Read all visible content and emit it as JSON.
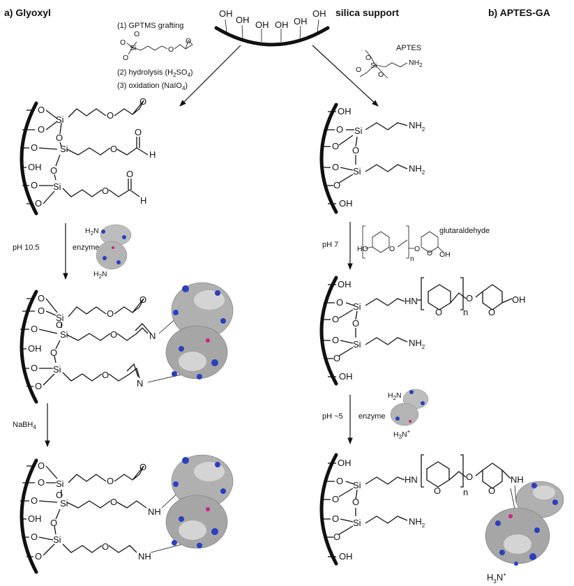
{
  "panels": {
    "a": "a) Glyoxyl",
    "b": "b) APTES-GA",
    "support": "silica support"
  },
  "support_groups": [
    "OH",
    "OH",
    "OH",
    "OH",
    "OH",
    "OH"
  ],
  "glyoxyl": {
    "step1": "(1) GPTMS grafting",
    "step2": "(2) hydrolysis (H",
    "step2_sub": "2",
    "step2_mid": "SO",
    "step2_sub2": "4",
    "step2_end": ")",
    "step3": "(3) oxidation (NaIO",
    "step3_sub": "4",
    "step3_end": ")",
    "cond_ph": "pH 10.5",
    "cond_enzyme": "enzyme",
    "cond_reduce": "NaBH",
    "cond_reduce_sub": "4"
  },
  "aptes": {
    "reagent": "APTES",
    "glut": "glutaraldehyde",
    "cond_ph7": "pH 7",
    "cond_ph5": "pH ~5",
    "cond_enzyme": "enzyme"
  },
  "atoms": {
    "O": "O",
    "Si": "Si",
    "OH": "OH",
    "H": "H",
    "N": "N",
    "NH": "NH",
    "HN": "HN",
    "HO": "HO",
    "NH2": "NH",
    "H2N": "H",
    "H3N": "H",
    "n": "n",
    "two": "2",
    "three": "3",
    "plus": "+"
  },
  "colors": {
    "protein_gray": "#a9a9a9",
    "protein_light": "#d4d4d4",
    "protein_blue": "#2c3fbf",
    "protein_magenta": "#d0208c"
  }
}
